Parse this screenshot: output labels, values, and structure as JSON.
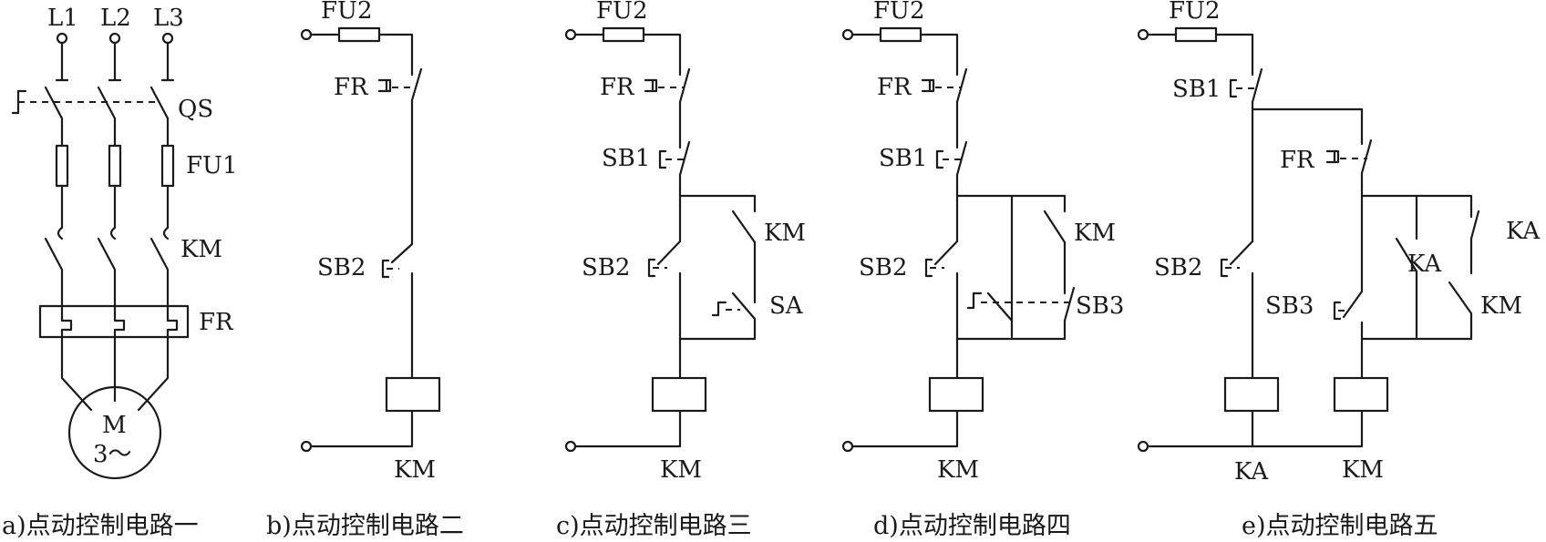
{
  "labels": {
    "a": {
      "l1": "L1",
      "l2": "L2",
      "l3": "L3",
      "qs": "QS",
      "fu1": "FU1",
      "km": "KM",
      "fr": "FR",
      "motor_m": "M",
      "motor_phase": "3～"
    },
    "b": {
      "fu2": "FU2",
      "fr": "FR",
      "sb2": "SB2",
      "coil": "KM"
    },
    "c": {
      "fu2": "FU2",
      "fr": "FR",
      "sb1": "SB1",
      "km": "KM",
      "sb2": "SB2",
      "sa": "SA",
      "coil": "KM"
    },
    "d": {
      "fu2": "FU2",
      "fr": "FR",
      "sb1": "SB1",
      "km": "KM",
      "sb2": "SB2",
      "sb3": "SB3",
      "coil": "KM"
    },
    "e": {
      "fu2": "FU2",
      "sb1": "SB1",
      "fr": "FR",
      "ka_top": "KA",
      "ka": "KA",
      "sb2": "SB2",
      "sb3": "SB3",
      "km": "KM",
      "coil_ka": "KA",
      "coil_km": "KM"
    }
  },
  "captions": {
    "a": "a)点动控制电路一",
    "b": "b)点动控制电路二",
    "c": "c)点动控制电路三",
    "d": "d)点动控制电路四",
    "e": "e)点动控制电路五"
  }
}
